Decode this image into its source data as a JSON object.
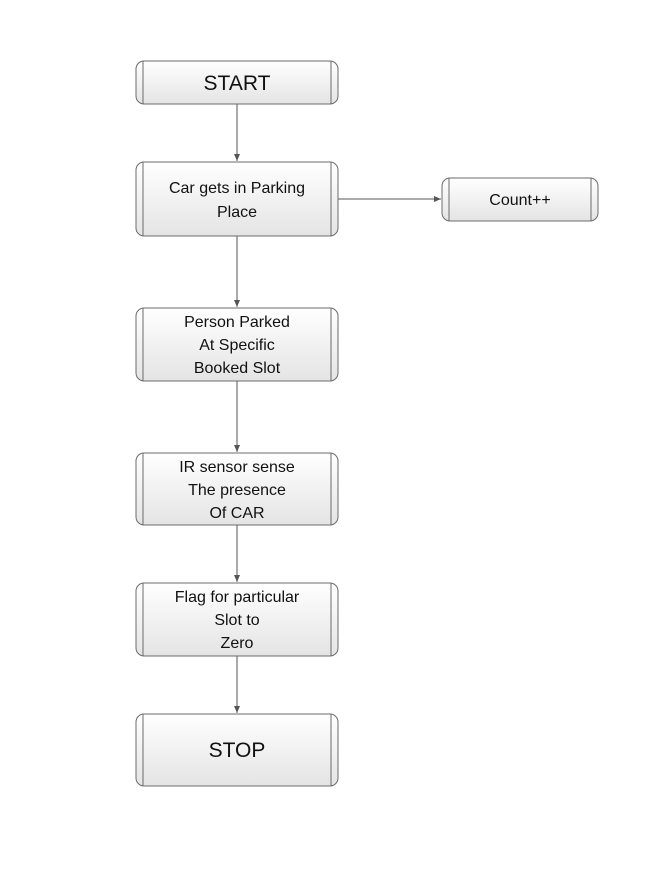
{
  "diagram": {
    "nodes": [
      {
        "id": "start",
        "lines": [
          "START"
        ]
      },
      {
        "id": "car_gets_in",
        "lines": [
          "Car gets in Parking",
          "Place"
        ]
      },
      {
        "id": "count",
        "lines": [
          "Count++"
        ]
      },
      {
        "id": "person_parked",
        "lines": [
          "Person Parked",
          "At Specific",
          "Booked Slot"
        ]
      },
      {
        "id": "ir_sensor",
        "lines": [
          "IR sensor sense",
          "The presence",
          "Of CAR"
        ]
      },
      {
        "id": "flag_zero",
        "lines": [
          "Flag for particular",
          "Slot to",
          "Zero"
        ]
      },
      {
        "id": "stop",
        "lines": [
          "STOP"
        ]
      }
    ],
    "edges": [
      {
        "from": "start",
        "to": "car_gets_in"
      },
      {
        "from": "car_gets_in",
        "to": "count"
      },
      {
        "from": "car_gets_in",
        "to": "person_parked"
      },
      {
        "from": "person_parked",
        "to": "ir_sensor"
      },
      {
        "from": "ir_sensor",
        "to": "flag_zero"
      },
      {
        "from": "flag_zero",
        "to": "stop"
      }
    ],
    "colors": {
      "box_fill_top": "#ffffff",
      "box_fill_bottom": "#e4e4e4",
      "box_stroke": "#6b6b6b",
      "edge": "#555555",
      "text": "#111111"
    }
  }
}
